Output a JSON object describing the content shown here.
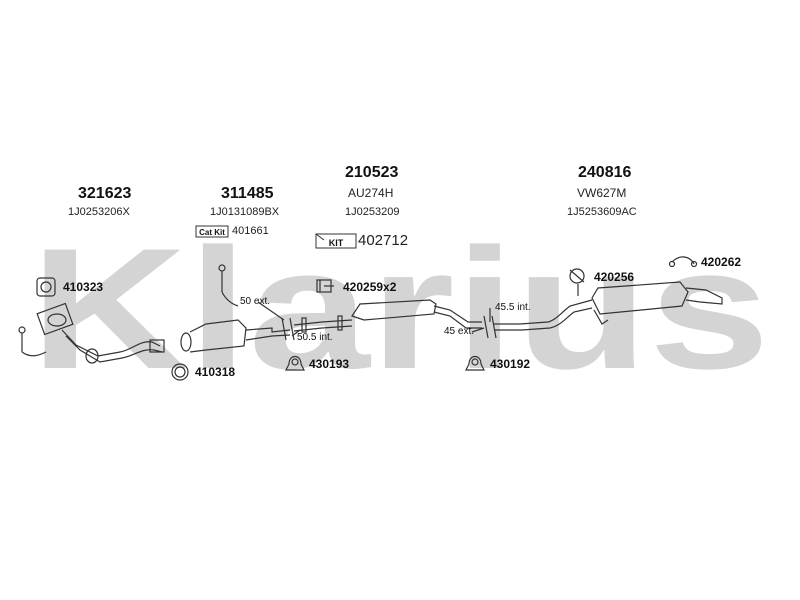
{
  "watermark": {
    "text": "Klarius",
    "color": "#d4d4d4"
  },
  "assemblies": [
    {
      "number": "321623",
      "ref": "1J0253206X"
    },
    {
      "number": "311485",
      "ref": "1J0131089BX"
    },
    {
      "number": "210523",
      "code": "AU274H",
      "ref": "1J0253209"
    },
    {
      "number": "240816",
      "code": "VW627M",
      "ref": "1J5253609AC"
    }
  ],
  "fittings": {
    "catkit": {
      "badge": "Cat Kit",
      "number": "401661"
    },
    "kit": {
      "badge": "KIT",
      "number": "402712"
    },
    "p410323": "410323",
    "p410318": "410318",
    "p430193": "430193",
    "p430192": "430192",
    "p420259": "420259x2",
    "p420256": "420256",
    "p420262": "420262"
  },
  "dimensions": {
    "d1": "50 ext.",
    "d2": "50.5 int.",
    "d3": "45.5 int.",
    "d4": "45 ext."
  }
}
